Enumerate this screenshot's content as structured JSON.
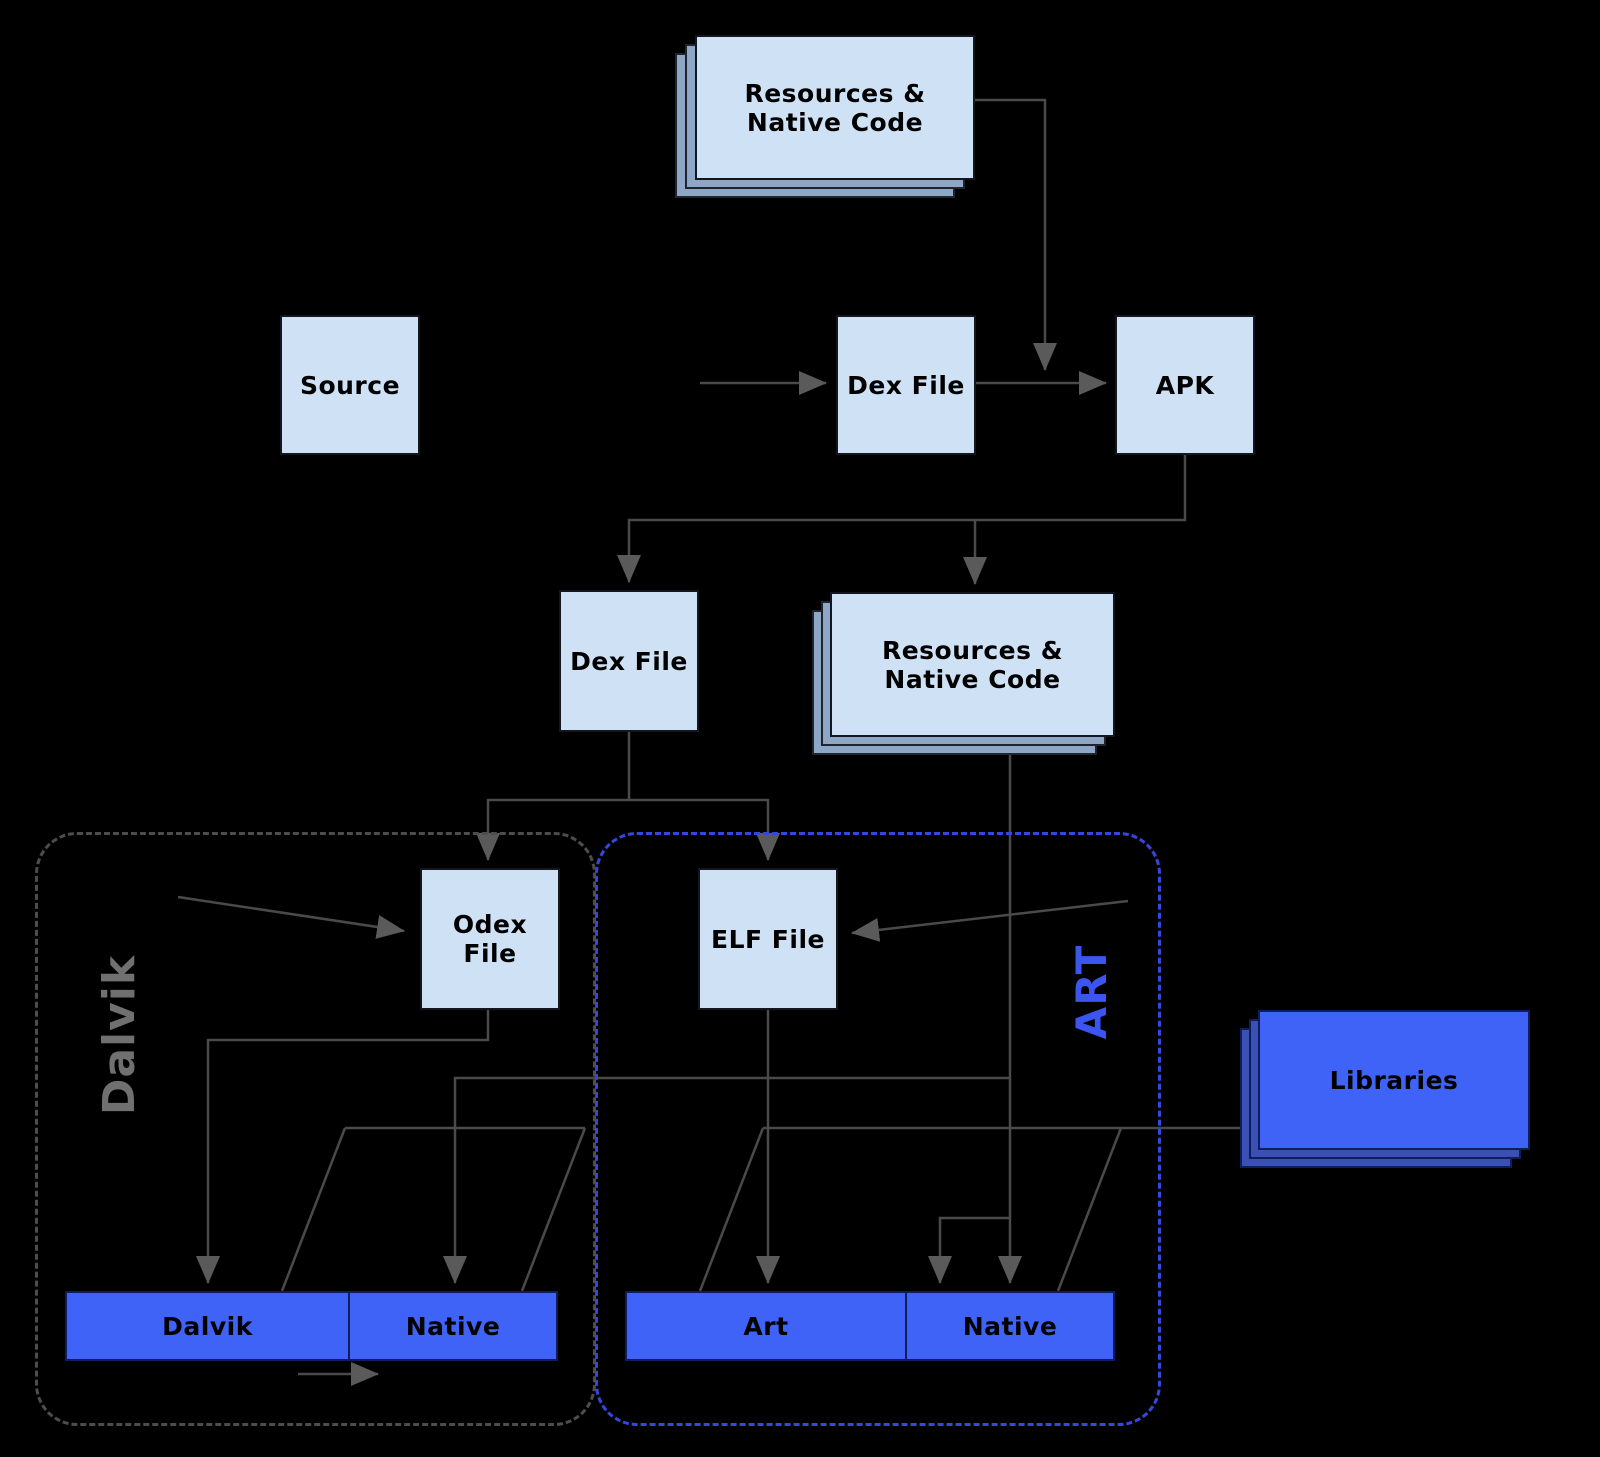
{
  "diagram": {
    "nodes": {
      "resources_top": "Resources &\nNative Code",
      "source": "Source",
      "dex_top": "Dex File",
      "apk": "APK",
      "dex_mid": "Dex File",
      "resources_mid": "Resources &\nNative Code",
      "odex": "Odex\nFile",
      "elf": "ELF File",
      "libraries": "Libraries"
    },
    "containers": {
      "dalvik": "Dalvik",
      "art": "ART"
    },
    "runtime_bars": {
      "left": {
        "segments": [
          "Dalvik",
          "Native"
        ]
      },
      "right": {
        "segments": [
          "Art",
          "Native"
        ]
      }
    },
    "colors": {
      "background": "#000000",
      "light_box": "#cfe2f5",
      "light_box_stack": "#8ea7c6",
      "bright_box": "#3f62f7",
      "bright_box_stack": "#3a50b5",
      "box_border": "#14161f",
      "bright_border": "#0f1d5c",
      "line": "#4a4a4a",
      "arrowhead": "#5a5a5a",
      "dalvik_outline": "#4d4d4d",
      "art_outline": "#3448dd",
      "dalvik_label_color": "#707070",
      "art_label_color": "#3c55f0"
    }
  }
}
